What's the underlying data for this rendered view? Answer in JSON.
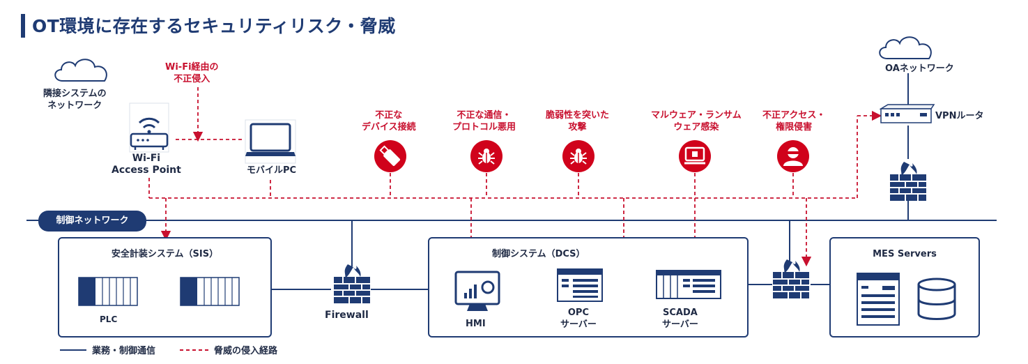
{
  "page": {
    "title": "OT環境に存在するセキュリティリスク・脅威"
  },
  "colors": {
    "navy": "#1f3b73",
    "threat_red": "#c8102e",
    "accent_red_fill": "#d0021b"
  },
  "networks": {
    "adjacent": [
      "隣接システムの",
      "ネットワーク"
    ],
    "oa": "OAネットワーク",
    "control": "制御ネットワーク"
  },
  "devices": {
    "wifi_ap": [
      "Wi-Fi",
      "Access Point"
    ],
    "mobile_pc": "モバイルPC",
    "vpn_router": "VPNルータ",
    "firewall": "Firewall",
    "plc": "PLC",
    "hmi": "HMI",
    "opc": [
      "OPC",
      "サーバー"
    ],
    "scada": [
      "SCADA",
      "サーバー"
    ]
  },
  "systems": {
    "sis": "安全計装システム（SIS）",
    "dcs": "制御システム（DCS）",
    "mes": "MES Servers"
  },
  "threats": {
    "wifi_intrusion": [
      "Wi-Fi経由の",
      "不正侵入"
    ],
    "unauthorized_device": [
      "不正な",
      "デバイス接続"
    ],
    "protocol_abuse": [
      "不正な通信・",
      "プロトコル悪用"
    ],
    "vulnerability": [
      "脆弱性を突いた",
      "攻撃"
    ],
    "malware": [
      "マルウェア・ランサム",
      "ウェア感染"
    ],
    "privilege": [
      "不正アクセス・",
      "権限侵害"
    ]
  },
  "legend": {
    "solid": "業務・制御通信",
    "dashed": "脅威の侵入経路"
  },
  "icons": [
    "cloud-icon",
    "wifi-router-icon",
    "laptop-icon",
    "usb-icon",
    "bug-icon",
    "monitor-malware-icon",
    "hacker-icon",
    "firewall-icon",
    "router-icon",
    "plc-icon",
    "hmi-monitor-icon",
    "server-icon",
    "database-icon"
  ]
}
